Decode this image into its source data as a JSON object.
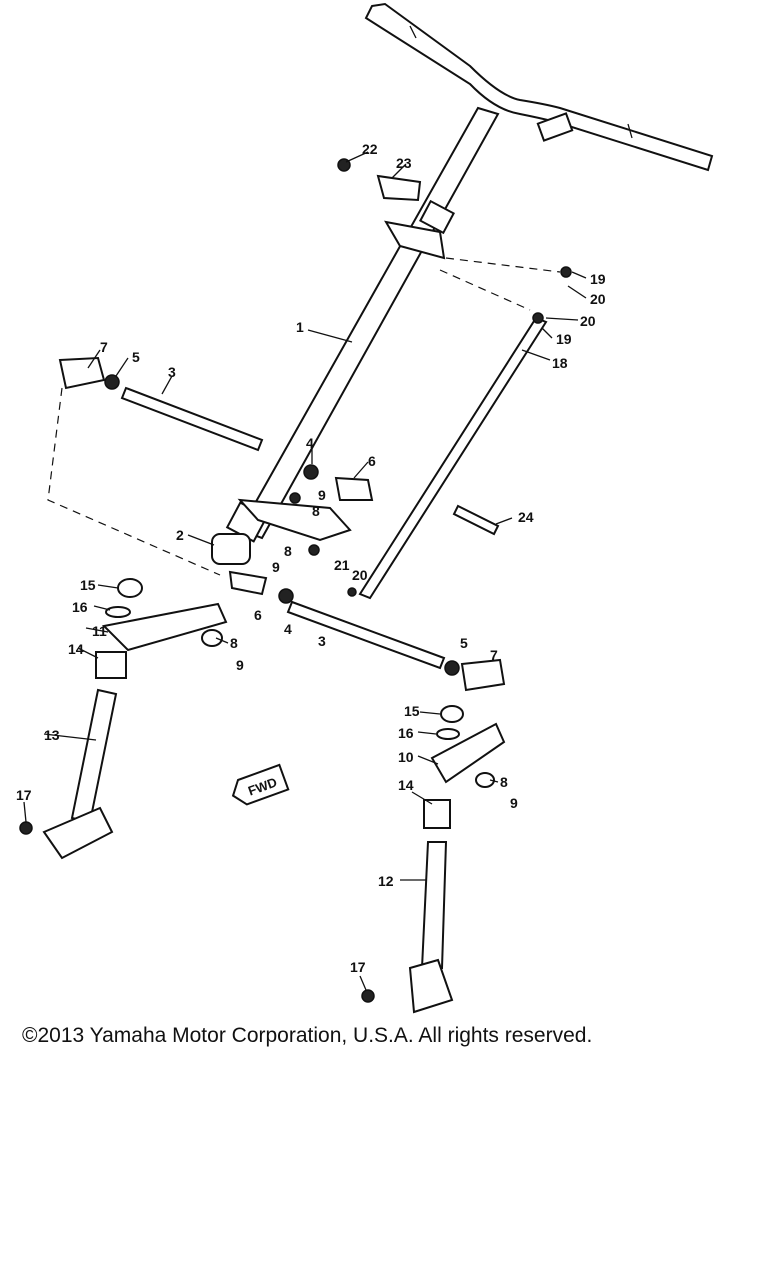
{
  "copyright": "©2013 Yamaha Motor Corporation, U.S.A. All rights reserved.",
  "fwd_mark": "FWD",
  "part_labels": [
    "1",
    "2",
    "3",
    "3",
    "4",
    "4",
    "5",
    "5",
    "6",
    "6",
    "7",
    "7",
    "8",
    "8",
    "8",
    "8",
    "9",
    "9",
    "9",
    "9",
    "10",
    "11",
    "12",
    "13",
    "14",
    "14",
    "15",
    "15",
    "16",
    "16",
    "17",
    "17",
    "18",
    "19",
    "19",
    "20",
    "20",
    "20",
    "21",
    "22",
    "23",
    "24"
  ]
}
